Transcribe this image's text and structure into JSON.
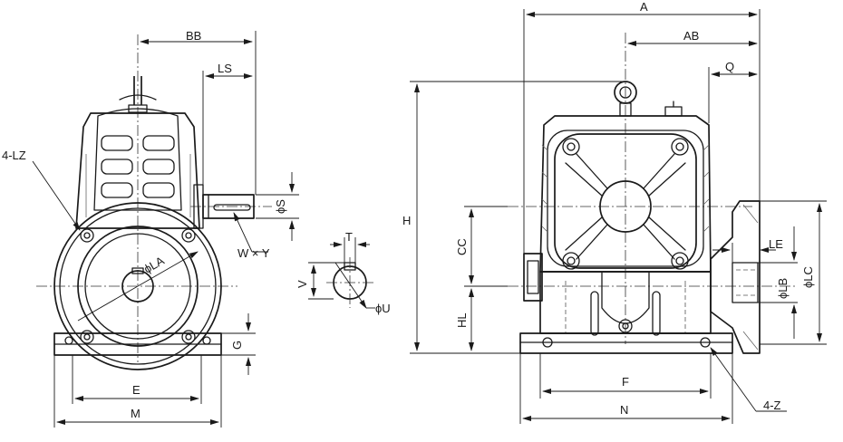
{
  "labels": {
    "A": "A",
    "AB": "AB",
    "Q": "Q",
    "BB": "BB",
    "LS": "LS",
    "H": "H",
    "CC": "CC",
    "HL": "HL",
    "E": "E",
    "M": "M",
    "F": "F",
    "N": "N",
    "G": "G",
    "S": "ϕS",
    "WxY": "W × Y",
    "LZ": "4-LZ",
    "LA": "ϕLA",
    "T": "T",
    "V": "V",
    "U": "ϕU",
    "LE": "LE",
    "LB": "ϕLB",
    "LC": "ϕLC",
    "Z": "4-Z"
  }
}
